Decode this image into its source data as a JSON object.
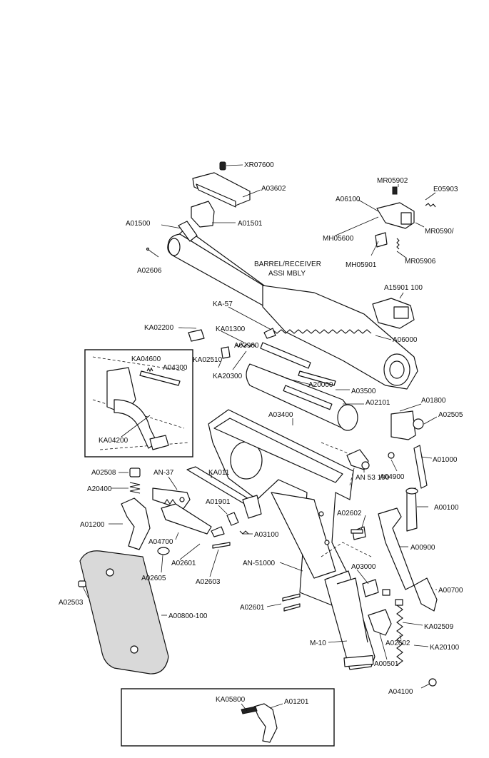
{
  "labels": {
    "xr07600": "XR07600",
    "a03602": "A03602",
    "a01500": "A01500",
    "a01501": "A01501",
    "a02606": "A02606",
    "mr05902": "MR05902",
    "e05903": "E05903",
    "a06100": "A06100",
    "mr05907": "MR0590/",
    "mh05600": "MH05600",
    "mh05901": "MH05901",
    "mr05906": "MR05906",
    "barrel_receiver_line1": "BARREL/RECEIVER",
    "barrel_receiver_line2": "ASSI MBLY",
    "a15901": "A15901 100",
    "ka57": "KA-57",
    "ka02200": "KA02200",
    "ka01300": "KA01300",
    "a06000": "A06000",
    "a03900": "A03900",
    "ka02510": "KA02510",
    "ka20300": "KA20300",
    "a20000": "A20000",
    "a03500": "A03500",
    "ka04600": "KA04600",
    "a04300": "A04300",
    "ka04200": "KA04200",
    "a02101": "A02101",
    "a01800": "A01800",
    "a02505": "A02505",
    "a03400": "A03400",
    "a01000": "A01000",
    "a04900": "A04900",
    "an53100": "AN 53 100",
    "a02508": "A02508",
    "an37": "AN-37",
    "ka011": "KA011",
    "a20400": "A20400",
    "a00100": "A00100",
    "a01901": "A01901",
    "a01200": "A01200",
    "a02602_top": "A02602",
    "a04700": "A04700",
    "a03100": "A03100",
    "a00900": "A00900",
    "a02601_left": "A02601",
    "a02605": "A02605",
    "an51000": "AN-51000",
    "a02603": "A02603",
    "a03000": "A03000",
    "a00700": "A00700",
    "a02503": "A02503",
    "a02601_right": "A02601",
    "a00800": "A00800-100",
    "ka02509": "KA02509",
    "a02602_bottom": "A02602",
    "ka20100": "KA20100",
    "m10": "M-10",
    "a00501": "A00501",
    "a04100": "A04100",
    "ka05800": "KA05800",
    "a01201": "A01201"
  }
}
